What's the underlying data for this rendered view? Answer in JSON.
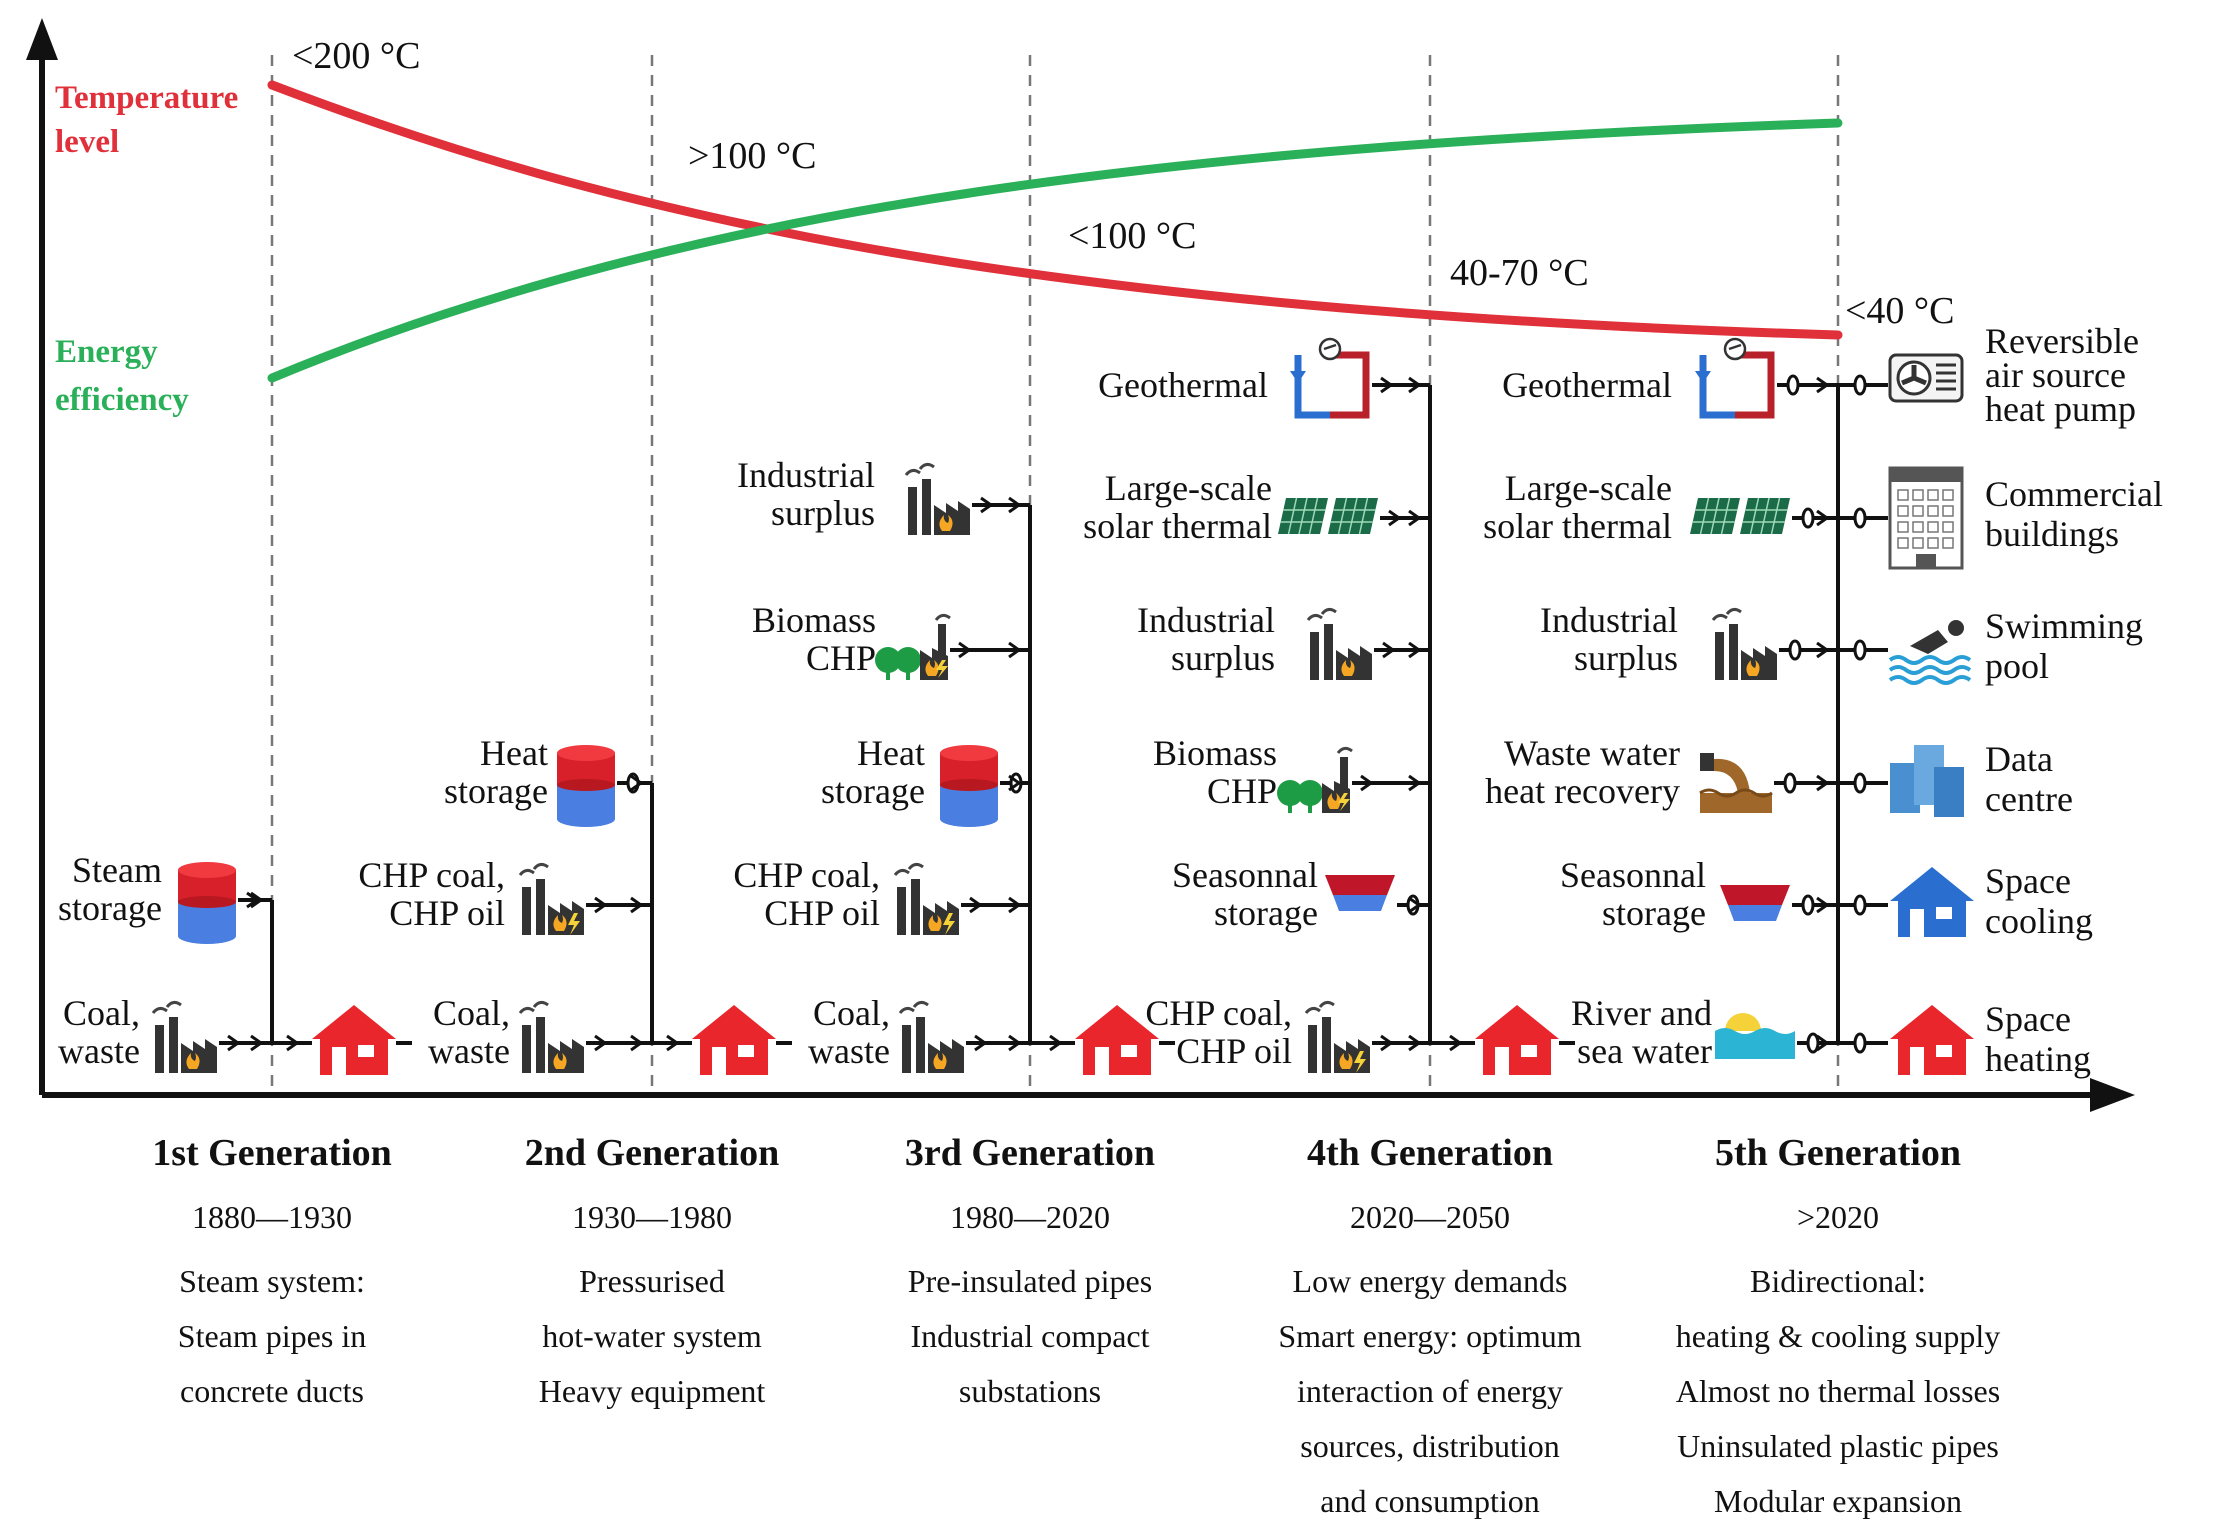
{
  "curves": {
    "temperature": {
      "label_line1": "Temperature",
      "label_line2": "level",
      "color": "#e0303a"
    },
    "efficiency": {
      "label_line1": "Energy",
      "label_line2": "efficiency",
      "color": "#2bb05a"
    }
  },
  "temperature_labels": [
    "<200 °C",
    ">100 °C",
    "<100 °C",
    "40-70 °C",
    "<40 °C"
  ],
  "generations": [
    {
      "name": "1st Generation",
      "period": "1880—1930",
      "desc": [
        "Steam system:",
        "Steam pipes in",
        "concrete ducts"
      ],
      "sources": [
        {
          "l1": "Steam",
          "l2": "storage",
          "icon": "storage-tank-icon"
        },
        {
          "l1": "Coal,",
          "l2": "waste",
          "icon": "factory-icon"
        }
      ]
    },
    {
      "name": "2nd Generation",
      "period": "1930—1980",
      "desc": [
        "Pressurised",
        "hot-water system",
        "Heavy equipment"
      ],
      "sources": [
        {
          "l1": "Heat",
          "l2": "storage",
          "icon": "storage-tank-icon"
        },
        {
          "l1": "CHP coal,",
          "l2": "CHP oil",
          "icon": "chp-factory-icon"
        },
        {
          "l1": "Coal,",
          "l2": "waste",
          "icon": "factory-icon"
        }
      ]
    },
    {
      "name": "3rd Generation",
      "period": "1980—2020",
      "desc": [
        "Pre-insulated pipes",
        "Industrial compact",
        "substations"
      ],
      "sources": [
        {
          "l1": "Industrial",
          "l2": "surplus",
          "icon": "factory-icon"
        },
        {
          "l1": "Biomass",
          "l2": "CHP",
          "icon": "biomass-chp-icon"
        },
        {
          "l1": "Heat",
          "l2": "storage",
          "icon": "storage-tank-icon"
        },
        {
          "l1": "CHP coal,",
          "l2": "CHP oil",
          "icon": "chp-factory-icon"
        },
        {
          "l1": "Coal,",
          "l2": "waste",
          "icon": "factory-icon"
        }
      ]
    },
    {
      "name": "4th Generation",
      "period": "2020—2050",
      "desc": [
        "Low energy demands",
        "Smart energy: optimum",
        "interaction of energy",
        "sources, distribution",
        "and consumption"
      ],
      "sources": [
        {
          "l1": "Geothermal",
          "l2": "",
          "icon": "geothermal-icon"
        },
        {
          "l1": "Large-scale",
          "l2": "solar thermal",
          "icon": "solar-panel-icon"
        },
        {
          "l1": "Industrial",
          "l2": "surplus",
          "icon": "factory-icon"
        },
        {
          "l1": "Biomass",
          "l2": "CHP",
          "icon": "biomass-chp-icon"
        },
        {
          "l1": "Seasonnal",
          "l2": "storage",
          "icon": "seasonal-storage-icon"
        },
        {
          "l1": "CHP coal,",
          "l2": "CHP oil",
          "icon": "chp-factory-icon"
        }
      ]
    },
    {
      "name": "5th Generation",
      "period": ">2020",
      "desc": [
        "Bidirectional:",
        "heating & cooling supply",
        "Almost no thermal losses",
        "Uninsulated plastic pipes",
        "Modular expansion"
      ],
      "sources": [
        {
          "l1": "Geothermal",
          "l2": "",
          "icon": "geothermal-icon"
        },
        {
          "l1": "Large-scale",
          "l2": "solar thermal",
          "icon": "solar-panel-icon"
        },
        {
          "l1": "Industrial",
          "l2": "surplus",
          "icon": "factory-icon"
        },
        {
          "l1": "Waste water",
          "l2": "heat recovery",
          "icon": "wastewater-icon"
        },
        {
          "l1": "Seasonnal",
          "l2": "storage",
          "icon": "seasonal-storage-icon"
        },
        {
          "l1": "River and",
          "l2": "sea water",
          "icon": "water-icon"
        }
      ]
    }
  ],
  "consumers": [
    {
      "l1": "Reversible",
      "l2": "air source",
      "l3": "heat pump",
      "icon": "heat-pump-icon"
    },
    {
      "l1": "Commercial",
      "l2": "buildings",
      "l3": "",
      "icon": "building-icon"
    },
    {
      "l1": "Swimming",
      "l2": "pool",
      "l3": "",
      "icon": "swimmer-icon"
    },
    {
      "l1": "Data",
      "l2": "centre",
      "l3": "",
      "icon": "data-centre-icon"
    },
    {
      "l1": "Space",
      "l2": "cooling",
      "l3": "",
      "icon": "house-cooling-icon"
    },
    {
      "l1": "Space",
      "l2": "heating",
      "l3": "",
      "icon": "house-heating-icon"
    }
  ],
  "colors": {
    "axis": "#111111",
    "house": "#e8262c",
    "cool_house": "#2a6fd0",
    "storage_red": "#d8202a",
    "storage_blue": "#4a7ee0",
    "dark": "#333333"
  }
}
